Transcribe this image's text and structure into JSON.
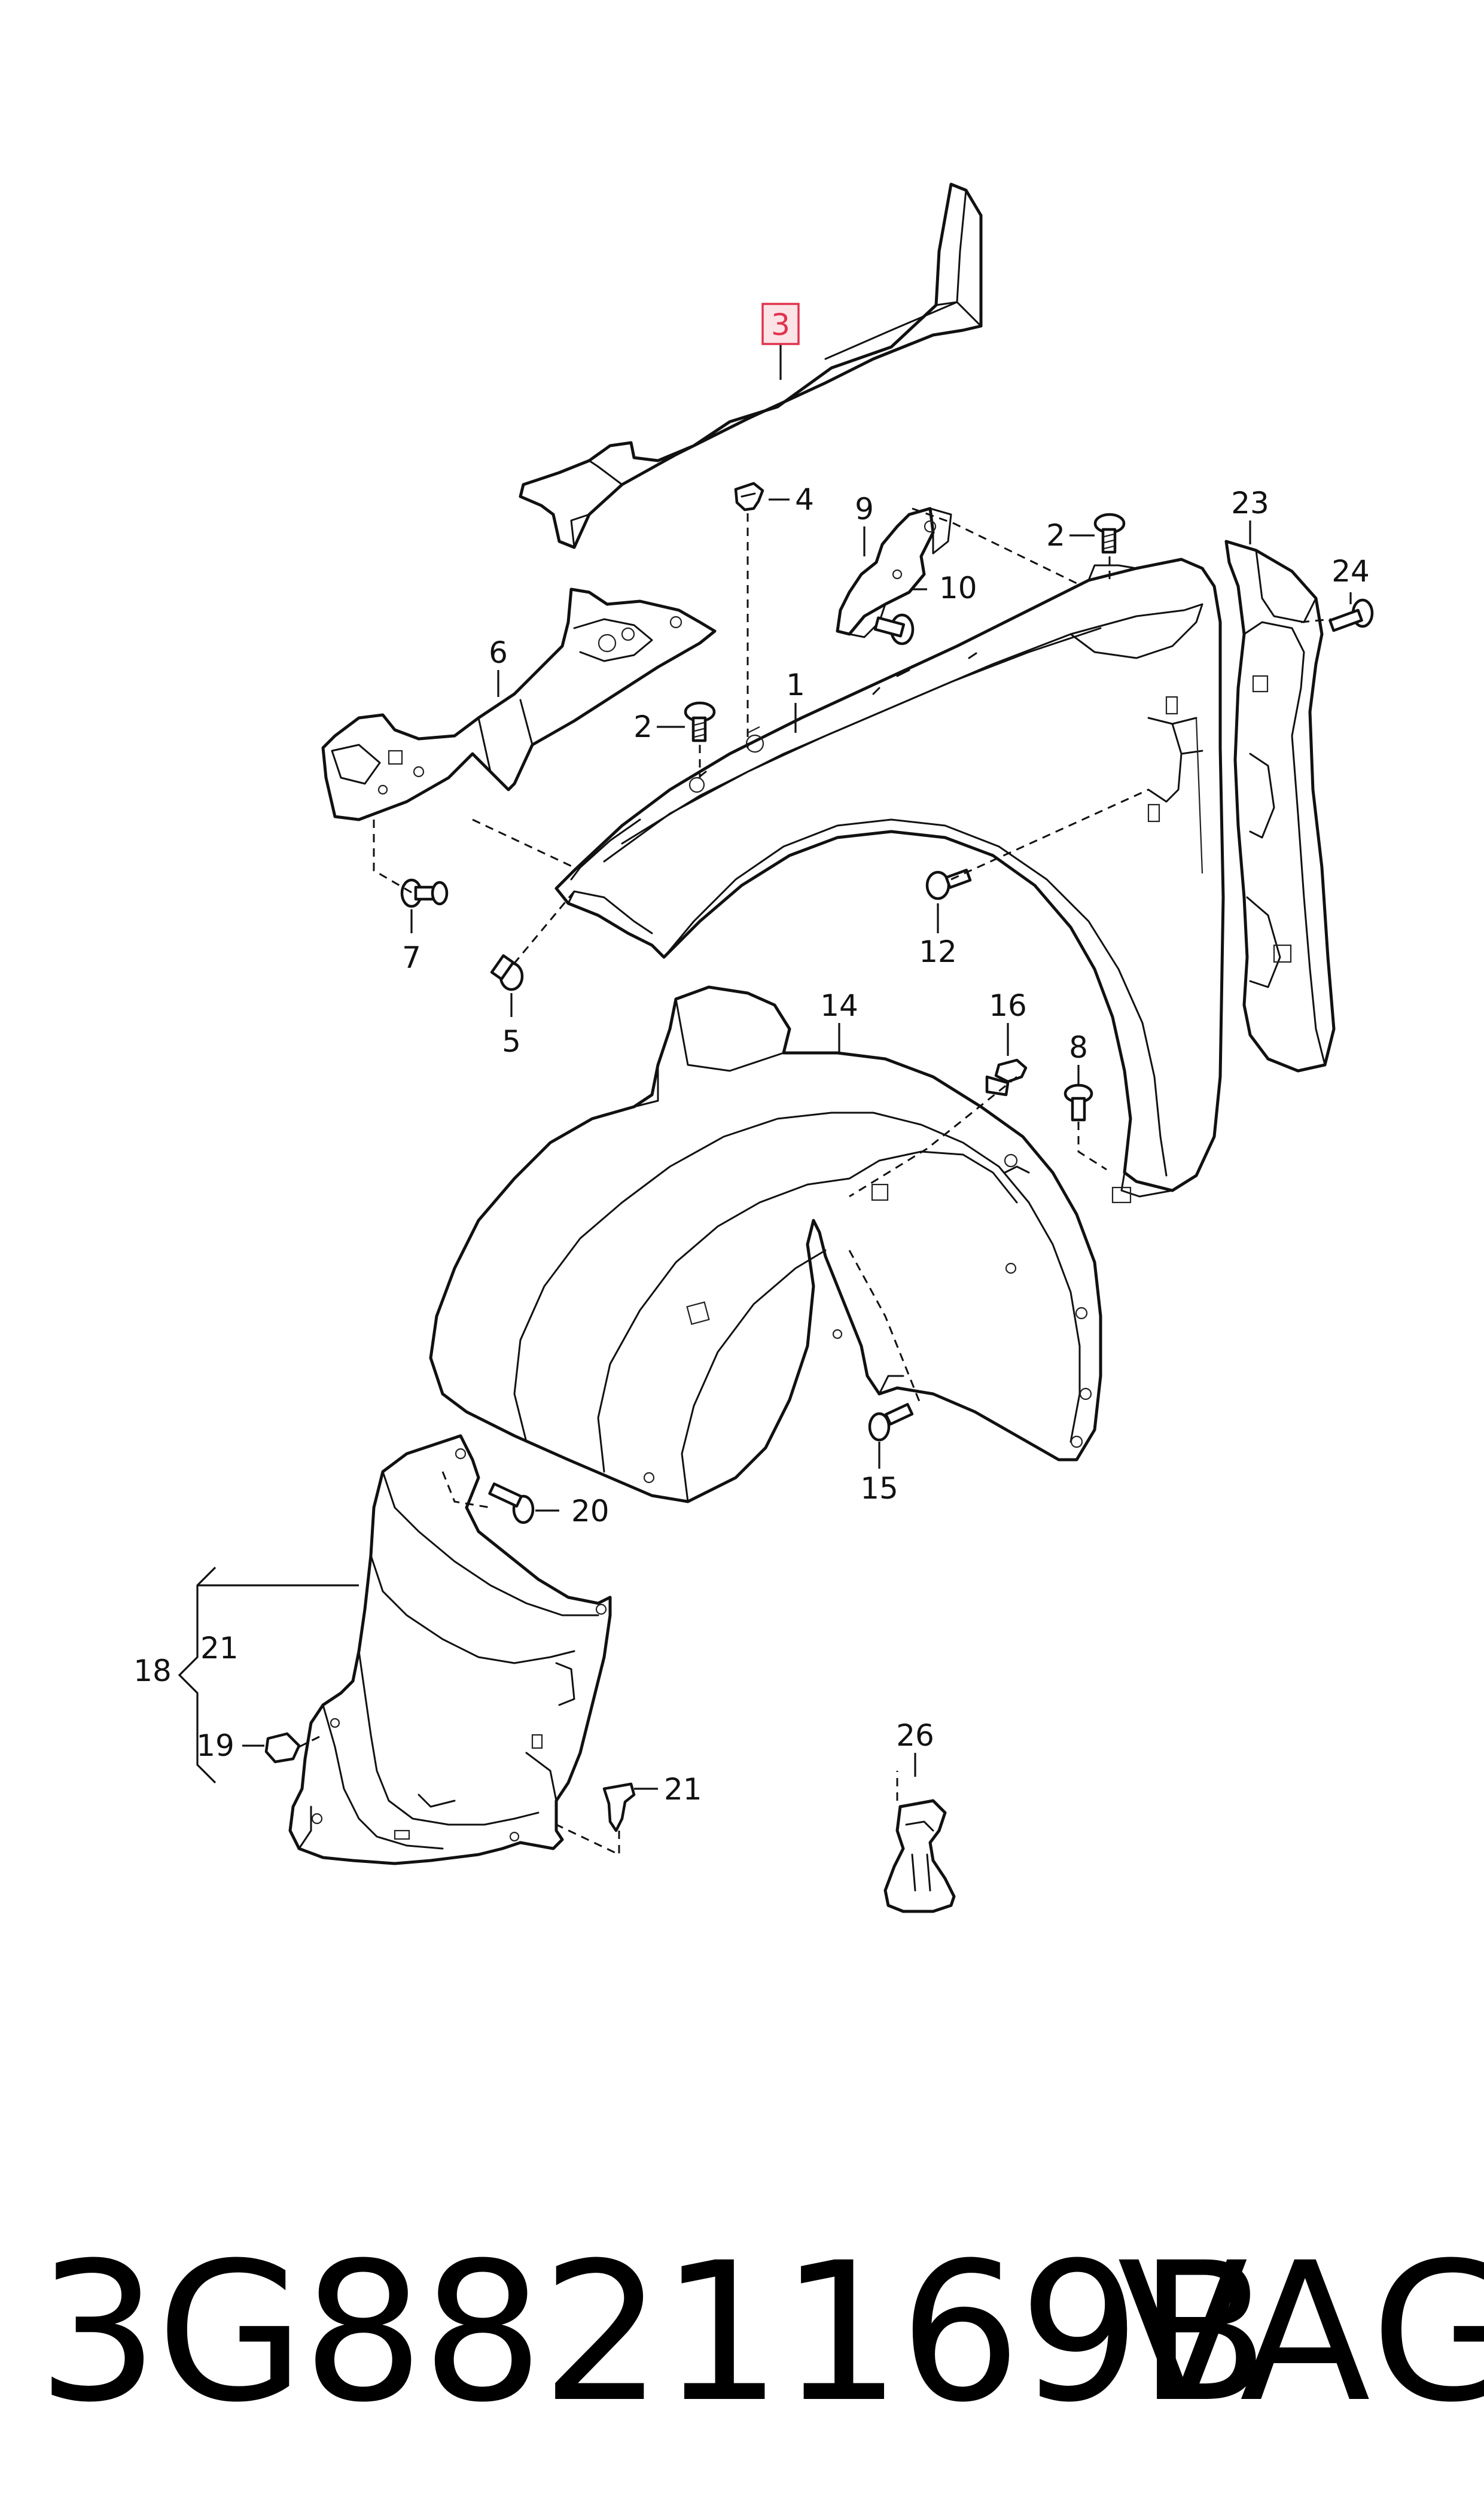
{
  "diagram": {
    "highlighted_part": "3",
    "callouts": {
      "c1": "1",
      "c2a": "2",
      "c2b": "2",
      "c3": "3",
      "c4": "4",
      "c5": "5",
      "c6": "6",
      "c7": "7",
      "c8": "8",
      "c9": "9",
      "c10": "10",
      "c12": "12",
      "c14": "14",
      "c15": "15",
      "c16": "16",
      "c18": "18",
      "c19": "19",
      "c20": "20",
      "c21a": "21",
      "c21b": "21",
      "c23": "23",
      "c24": "24",
      "c26": "26"
    }
  },
  "footer": {
    "part_number": "3G8821169B",
    "brand": "VAG"
  },
  "colors": {
    "line": "#111111",
    "highlight_stroke": "#e0334d",
    "highlight_fill": "#fbe3e6",
    "background": "#ffffff"
  }
}
